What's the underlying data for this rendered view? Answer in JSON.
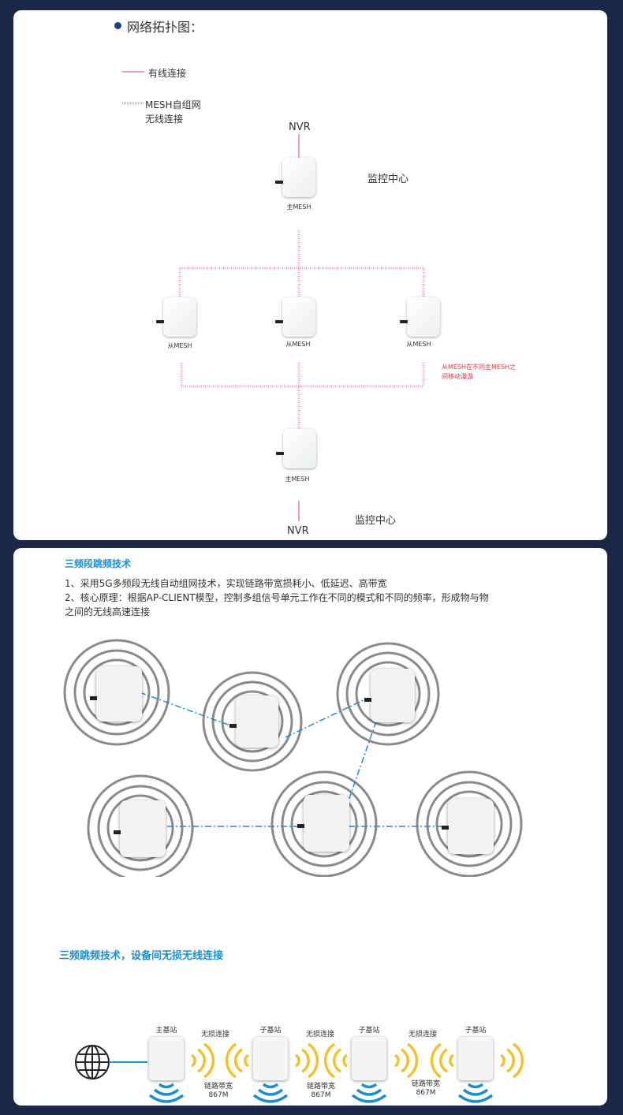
{
  "topology": {
    "title": "网络拓扑图：",
    "legend_wired": "有线连接",
    "legend_mesh_1": "MESH自组网",
    "legend_mesh_2": "无线连接",
    "nvr_top": "NVR",
    "center_top": "监控中心",
    "master_top": "主MESH",
    "slaves": [
      "从MESH",
      "从MESH",
      "从MESH"
    ],
    "roam_note_1": "从MESH在不同主MESH之",
    "roam_note_2": "间移动漫游",
    "master_bottom": "主MESH",
    "center_bottom": "监控中心",
    "nvr_bottom": "NVR"
  },
  "tech": {
    "title": "三频段跳频技术",
    "line1": "1、采用5G多频段无线自动组网技术，实现链路带宽损耗小、低延迟、高带宽",
    "line2": "2、核心原理：根据AP-CLIENT模型，控制多组信号单元工作在不同的模式和不同的频率，形成物与物",
    "line3": "之间的无线高速连接",
    "subtitle": "三频跳频技术，设备间无损无线连接",
    "stations": [
      "主基站",
      "子基站",
      "子基站",
      "子基站"
    ],
    "links": [
      {
        "label": "无损连接",
        "bw": "链路带宽",
        "speed": "867M"
      },
      {
        "label": "无损连接",
        "bw": "链路带宽",
        "speed": "867M"
      },
      {
        "label": "无损连接",
        "bw": "链路带宽",
        "speed": "867M"
      }
    ]
  },
  "colors": {
    "bg": "#1a2746",
    "accent": "#1a8fd0",
    "pink": "#f08090",
    "yellow": "#f2c12e"
  }
}
